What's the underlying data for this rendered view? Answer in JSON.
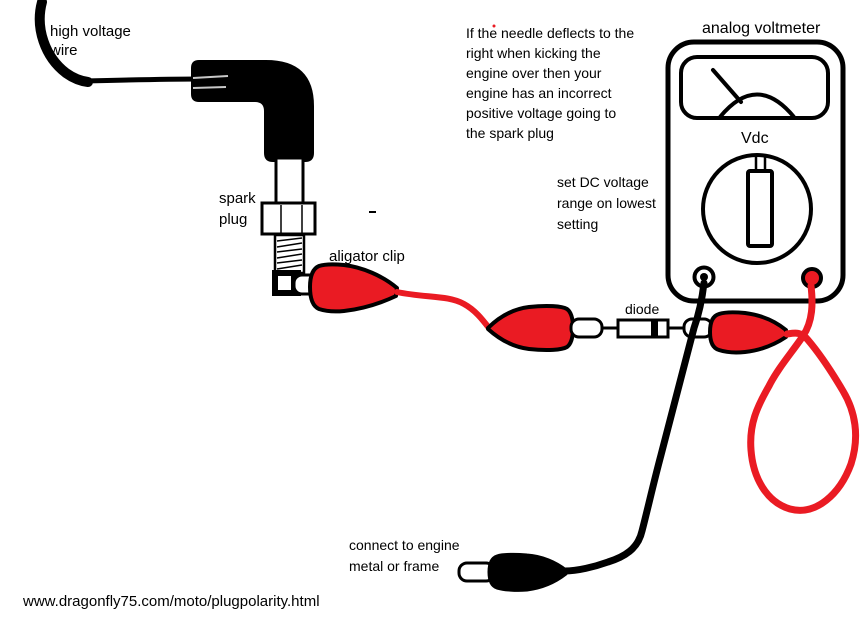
{
  "diagram": {
    "labels": {
      "high_voltage_wire": "high voltage\nwire",
      "spark_plug": "spark\nplug",
      "alligator_clip": "aligator clip",
      "diode": "diode",
      "analog_voltmeter": "analog voltmeter",
      "vdc": "Vdc",
      "instruction_note": "If the needle deflects to the\nright when kicking the\nengine over then your\nengine has an incorrect\npositive voltage going to\nthe spark plug",
      "range_note": "set DC voltage\nrange on lowest\nsetting",
      "ground_note": "connect to engine\nmetal or frame",
      "url_caption": "www.dragonfly75.com/moto/plugpolarity.html"
    },
    "colors": {
      "wire_red": "#ea1b23",
      "wire_black": "#000000",
      "background": "#ffffff"
    }
  }
}
